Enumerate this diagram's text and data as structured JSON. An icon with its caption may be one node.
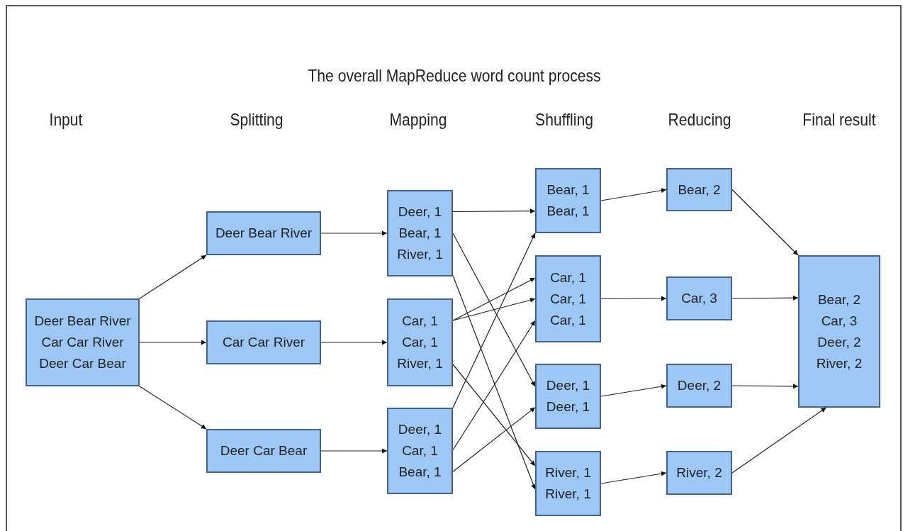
{
  "diagram": {
    "title": "The overall MapReduce word count process",
    "nodes": [
      {
        "text": [
          "Deer Bear River Car Car River Deer Car Bear"
        ]
      },
      {
        "text": [
          "Deer Bear River"
        ]
      },
      {
        "text": [
          "Car Car River"
        ]
      },
      {
        "text": [
          "Deer Car Bear"
        ]
      },
      {
        "text": [
          "Deer, 1 Bear, 1 River, 1"
        ]
      },
      {
        "text": [
          "Car, 1 Car, 1 River, 1"
        ]
      },
      {
        "text": [
          "Deer, 1 Car, 1 Bear, 1"
        ]
      },
      {
        "text": [
          "Bear, 1 Bear, 1"
        ]
      },
      {
        "text": [
          "Car, 1 Car, 1 Car, 1"
        ]
      },
      {
        "text": [
          "Deer, 1 Deer, 1"
        ]
      },
      {
        "text": [
          "River, 1 River, 1"
        ]
      },
      {
        "text": [
          "Bear, 2"
        ]
      },
      {
        "text": [
          "Car, 3"
        ]
      },
      {
        "text": [
          "Deer, 2"
        ]
      },
      {
        "text": [
          "River, 2"
        ]
      },
      {
        "text": [
          "Bear, 2 Car, 3 Deer, 2 River, 2"
        ]
      }
    ],
    "edges": [
      {
        "from": 0,
        "to": 1,
        "arrow": "to"
      },
      {
        "from": 0,
        "to": 2,
        "arrow": "to"
      },
      {
        "from": 0,
        "to": 3,
        "arrow": "to"
      },
      {
        "from": 1,
        "to": 4,
        "arrow": "to"
      },
      {
        "from": 2,
        "to": 5,
        "arrow": "to"
      },
      {
        "from": 3,
        "to": 6,
        "arrow": "to"
      },
      {
        "from": 4,
        "to": 7,
        "arrow": "to"
      },
      {
        "from": 4,
        "to": 9,
        "arrow": "to"
      },
      {
        "from": 4,
        "to": 10,
        "arrow": "to"
      },
      {
        "from": 5,
        "to": 8,
        "arrow": "to"
      },
      {
        "from": 5,
        "to": 8,
        "arrow": "to"
      },
      {
        "from": 5,
        "to": 10,
        "arrow": "to"
      },
      {
        "from": 6,
        "to": 7,
        "arrow": "to"
      },
      {
        "from": 6,
        "to": 8,
        "arrow": "to"
      },
      {
        "from": 6,
        "to": 9,
        "arrow": "to"
      },
      {
        "from": 7,
        "to": 11,
        "arrow": "to"
      },
      {
        "from": 8,
        "to": 12,
        "arrow": "to"
      },
      {
        "from": 9,
        "to": 13,
        "arrow": "to"
      },
      {
        "from": 10,
        "to": 14,
        "arrow": "to"
      },
      {
        "from": 11,
        "to": 15,
        "arrow": "to"
      },
      {
        "from": 12,
        "to": 15,
        "arrow": "to"
      },
      {
        "from": 13,
        "to": 15,
        "arrow": "to"
      },
      {
        "from": 14,
        "to": 15,
        "arrow": "to"
      }
    ],
    "labels": [
      "Input",
      "Splitting",
      "Mapping",
      "Shuffling",
      "Reducing",
      "Final result"
    ]
  }
}
